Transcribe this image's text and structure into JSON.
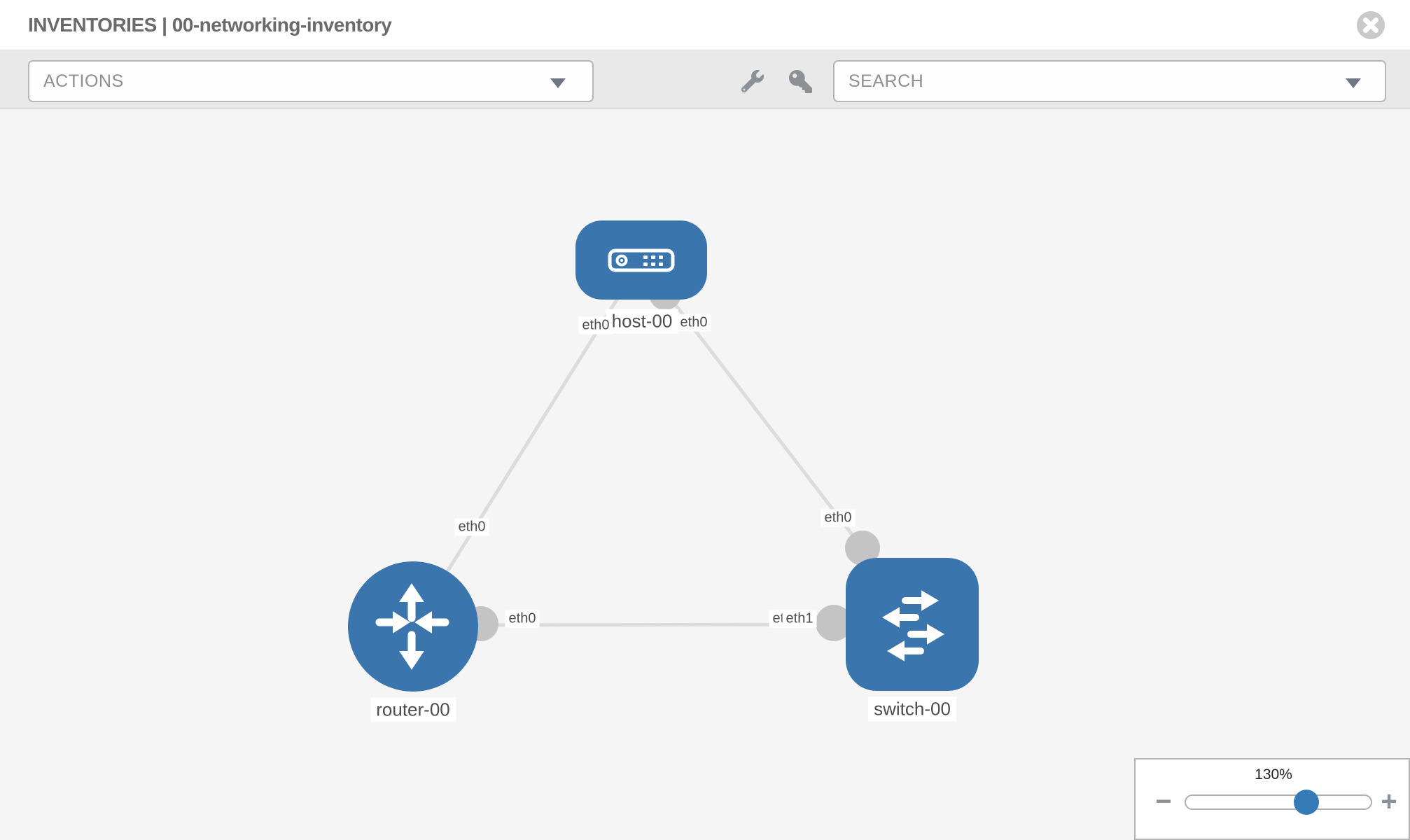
{
  "header": {
    "title": "INVENTORIES | 00-networking-inventory"
  },
  "toolbar": {
    "actions_label": "ACTIONS",
    "search_placeholder": "SEARCH",
    "icons": [
      "wrench-icon",
      "key-icon"
    ]
  },
  "graph": {
    "nodes": [
      {
        "id": "host-00",
        "label": "host-00",
        "type": "host"
      },
      {
        "id": "router-00",
        "label": "router-00",
        "type": "router"
      },
      {
        "id": "switch-00",
        "label": "switch-00",
        "type": "switch"
      }
    ],
    "interface_labels": [
      {
        "text": "eth0",
        "at": "host-left"
      },
      {
        "text": "eth0",
        "at": "host-right"
      },
      {
        "text": "eth0",
        "at": "router-top"
      },
      {
        "text": "eth0",
        "at": "switch-top"
      },
      {
        "text": "eth0",
        "at": "link-mid-left"
      },
      {
        "text": "eth0",
        "at": "link-mid-right-under"
      },
      {
        "text": "eth1",
        "at": "link-mid-right-over"
      }
    ],
    "edges": [
      {
        "from": "router-00",
        "to": "host-00"
      },
      {
        "from": "host-00",
        "to": "switch-00"
      },
      {
        "from": "router-00",
        "to": "switch-00"
      }
    ],
    "colors": {
      "node_blue": "#3a76ad",
      "edge_gray": "#dcdcdc",
      "port_gray": "#c4c4c4"
    }
  },
  "zoom_control": {
    "level": "130%",
    "minus_label": "−",
    "plus_label": "+"
  }
}
